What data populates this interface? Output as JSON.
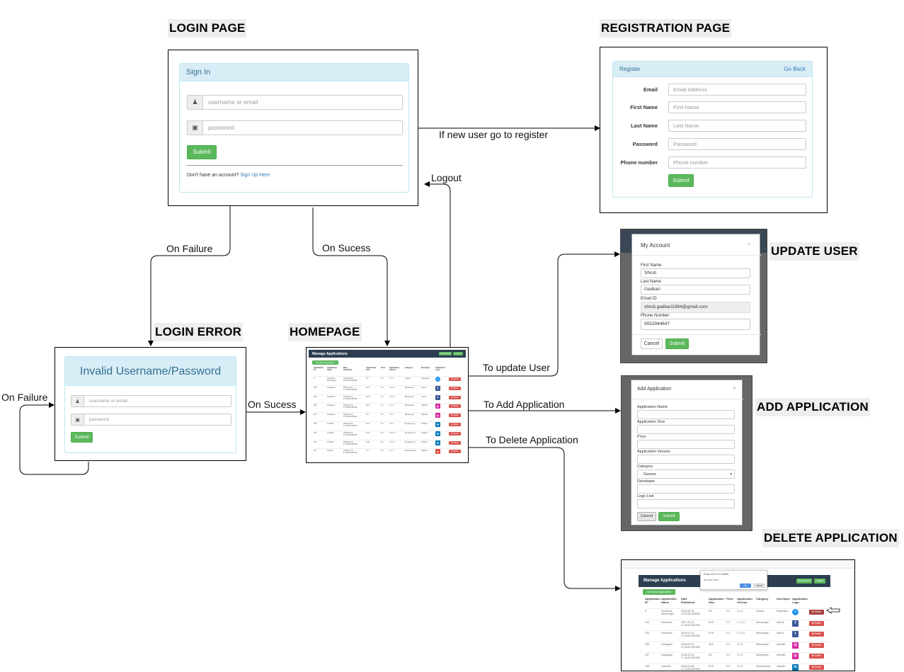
{
  "headings": {
    "login_page": "LOGIN PAGE",
    "registration_page": "REGISTRATION PAGE",
    "update_user": "UPDATE USER",
    "login_error": "LOGIN ERROR",
    "homepage": "HOMEPAGE",
    "add_application": "ADD APPLICATION",
    "delete_application": "DELETE APPLICATION"
  },
  "flow_labels": {
    "new_user": "If new user go to register",
    "logout": "Logout",
    "on_failure_login": "On Failure",
    "on_success_login": "On Sucess",
    "on_failure_error": "On Failure",
    "on_success_error": "On Sucess",
    "to_update_user": "To update User",
    "to_add_application": "To Add Application",
    "to_delete_application": "To Delete Application"
  },
  "login": {
    "panel_title": "Sign In",
    "username_placeholder": "username or email",
    "password_placeholder": "password",
    "submit": "Submit",
    "no_account": "Don't have an account?",
    "sign_up": "Sign Up Here"
  },
  "registration": {
    "panel_title": "Register",
    "go_back": "Go Back",
    "fields": [
      {
        "label": "Email",
        "placeholder": "Email Address"
      },
      {
        "label": "First Name",
        "placeholder": "First Name"
      },
      {
        "label": "Last Name",
        "placeholder": "Last Name"
      },
      {
        "label": "Password",
        "placeholder": "Password"
      },
      {
        "label": "Phone number",
        "placeholder": "Phone number"
      }
    ],
    "submit": "Submit"
  },
  "update_user": {
    "title": "My Account",
    "close": "×",
    "first_name_label": "First Name",
    "first_name": "Shruti",
    "last_name_label": "Last Name",
    "last_name": "Gadkari",
    "email_label": "Email ID",
    "email": "shruti.gadkari1994@gmail.com",
    "phone_label": "Phone Number",
    "phone": "9552944647",
    "cancel": "Cancel",
    "submit": "Submit"
  },
  "login_error": {
    "title": "Invalid Username/Password",
    "username_placeholder": "username or email",
    "password_placeholder": "password",
    "submit": "Submit"
  },
  "add_application": {
    "title": "Add Application",
    "close": "×",
    "fields": [
      {
        "label": "Application Name"
      },
      {
        "label": "Application Size"
      },
      {
        "label": "Price"
      },
      {
        "label": "Application Version"
      }
    ],
    "category_label": "Category",
    "category_value": "Games",
    "developer_label": "Developer",
    "logo_label": "Logo Link",
    "cancel": "Cancel",
    "submit": "Submit"
  },
  "homepage": {
    "title": "Manage Applications",
    "my_account": "My Account",
    "logout": "Logout",
    "add_new": "Add New Application",
    "headers": [
      "Application ID",
      "Application Name",
      "Date Published",
      "Application Size",
      "Price",
      "Application Version",
      "Category",
      "Developer",
      "Application Logo"
    ],
    "delete": "Delete",
    "rows": [
      {
        "id": "9",
        "name": "Facebook Messenger",
        "date": "2016-06-16 12:00:00.000000",
        "size": "8.5",
        "price": "0.0",
        "version": "2.1.4",
        "category": "Games",
        "developer": "Developer",
        "logo": "messenger",
        "color": "#2196f3"
      },
      {
        "id": "104",
        "name": "Facebook",
        "date": "2017-11-16 17:18:00.087000",
        "size": "10.5",
        "price": "0.0",
        "version": "2.1.3.1",
        "category": "Messenger",
        "developer": "user11",
        "logo": "facebook",
        "color": "#3b5998"
      },
      {
        "id": "105",
        "name": "Facebook",
        "date": "2018-01-14 17:18:00.087000",
        "size": "8.15",
        "price": "0.0",
        "version": "2.1.3.1",
        "category": "Messenger",
        "developer": "user11",
        "logo": "facebook",
        "color": "#3b5998"
      },
      {
        "id": "106",
        "name": "Instagram",
        "date": "2018-02-19 17:18:00.087000",
        "size": "18.5",
        "price": "0.0",
        "version": "2.1.3",
        "category": "Messenger",
        "developer": "nikhatlo",
        "logo": "instagram",
        "color": "#d6249f"
      },
      {
        "id": "107",
        "name": "Instagram",
        "date": "2018-03-16 17:18:00.087000",
        "size": "8.5",
        "price": "0.0",
        "version": "2.1.3",
        "category": "Messenger",
        "developer": "nikhatlo",
        "logo": "instagram",
        "color": "#d6249f"
      },
      {
        "id": "108",
        "name": "LinkedIn",
        "date": "2018-04-06 17:18:00.087000",
        "size": "8.15",
        "price": "0.0",
        "version": "2.1.3",
        "category": "Employment",
        "developer": "linkedin",
        "logo": "linkedin",
        "color": "#0077b5"
      },
      {
        "id": "109",
        "name": "LinkedIn",
        "date": "2018-05-16 17:18:00.087000",
        "size": "3.15",
        "price": "0.0",
        "version": "2.1.3.1",
        "category": "Employment",
        "developer": "linkedin",
        "logo": "linkedin",
        "color": "#0077b5"
      },
      {
        "id": "110",
        "name": "LinkedIn",
        "date": "2018-06-16 17:18:00.087000",
        "size": "5.25",
        "price": "0.0",
        "version": "2.1.3.1",
        "category": "Employment",
        "developer": "linkedin",
        "logo": "linkedin",
        "color": "#0077b5"
      },
      {
        "id": "111",
        "name": "Jelshet",
        "date": "2018-07-16 17:18:00.087000",
        "size": "2.5",
        "price": "0.0",
        "version": "2.1.1",
        "category": "Entertainment",
        "developer": "pillypett",
        "logo": "jelshet",
        "color": "#e74c3c"
      }
    ]
  },
  "delete_dialog": {
    "title": "From 127.0.0.1:8000",
    "message": "Are you sure?",
    "ok": "OK",
    "cancel": "Cancel"
  },
  "colors": {
    "nav": "#2c3e50",
    "success": "#5cb85c",
    "danger": "#d9534f",
    "info_bg": "#d9edf7",
    "info_text": "#31708f"
  }
}
